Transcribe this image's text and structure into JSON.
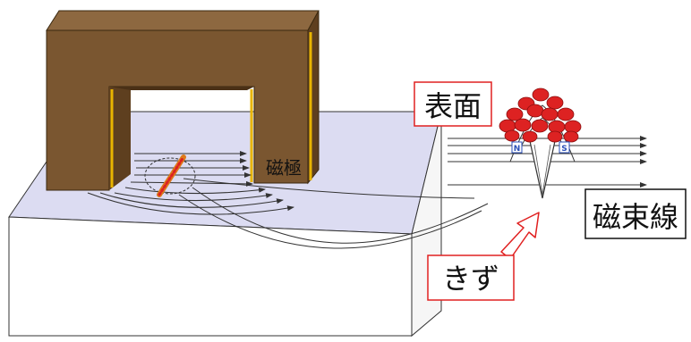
{
  "labels": {
    "pole": "磁極",
    "surface": "表面",
    "flaw": "きず",
    "flux_lines": "磁束線",
    "north": "N",
    "south": "S"
  },
  "colors": {
    "yoke_front": "#7a5630",
    "yoke_side": "#5e3f1f",
    "yoke_top": "#8d6840",
    "pole_edge": "#e8b400",
    "block_top": "#dcdcf2",
    "block_side": "#ffffff",
    "outline": "#333333",
    "flaw_accent": "#e02020",
    "particle": "#dd2222",
    "magnet_label": "#2a4fb8"
  },
  "icons": {
    "flaw_pointer": "hollow-arrow-icon"
  }
}
